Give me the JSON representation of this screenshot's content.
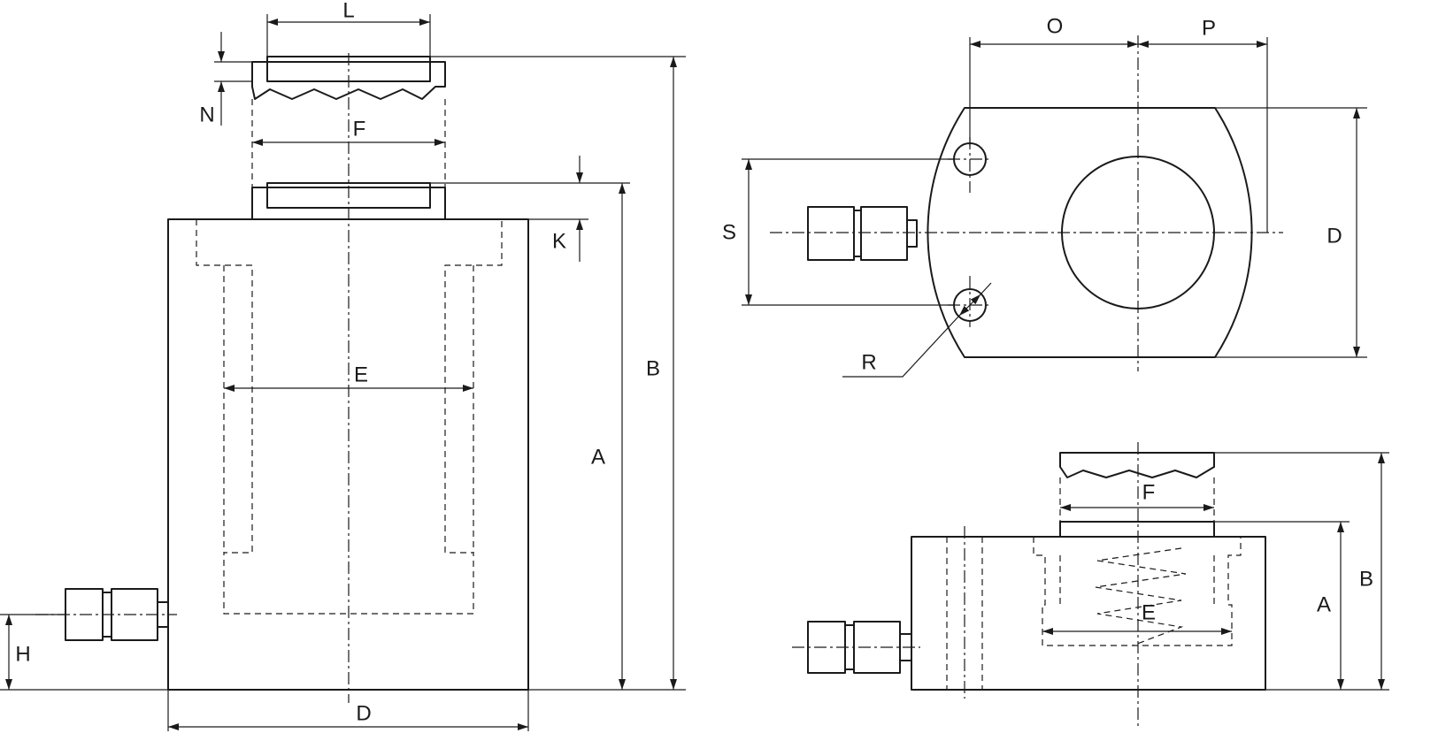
{
  "front_view": {
    "labels": {
      "L": "L",
      "N": "N",
      "F": "F",
      "K": "K",
      "E": "E",
      "A": "A",
      "B": "B",
      "H": "H",
      "D": "D"
    }
  },
  "top_view": {
    "labels": {
      "O": "O",
      "P": "P",
      "S": "S",
      "D": "D",
      "R": "R"
    }
  },
  "side_view": {
    "labels": {
      "F": "F",
      "E": "E",
      "A": "A",
      "B": "B"
    }
  }
}
